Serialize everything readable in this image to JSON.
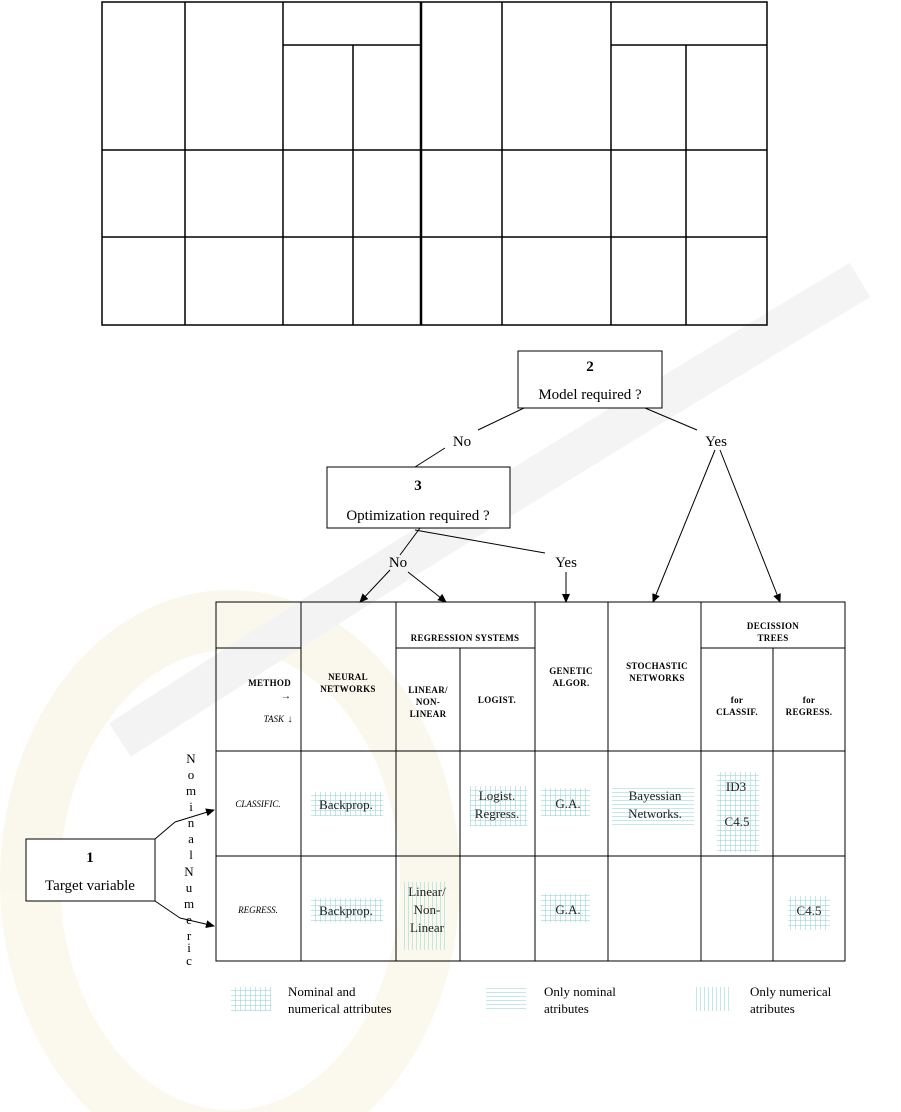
{
  "decision_tree": {
    "node1": {
      "number": "1",
      "label": "Target variable"
    },
    "node2": {
      "number": "2",
      "label": "Model required ?"
    },
    "node3": {
      "number": "3",
      "label": "Optimization required ?"
    },
    "edge_no_1": "No",
    "edge_yes_1": "Yes",
    "edge_no_2": "No",
    "edge_yes_2": "Yes",
    "nominal_letters": [
      "N",
      "o",
      "m",
      "i",
      "n",
      "a",
      "l"
    ],
    "numeric_letters": [
      "N",
      "u",
      "m",
      "e",
      "r",
      "i",
      "c"
    ]
  },
  "method_table": {
    "header_method": "METHOD",
    "header_task": "TASK",
    "arrow_right": "→",
    "arrow_down": "↓",
    "neural_networks": [
      "NEURAL",
      "NETWORKS"
    ],
    "regression_systems": "REGRESSION SYSTEMS",
    "linear_nonlinear": [
      "LINEAR/",
      "NON-",
      "LINEAR"
    ],
    "logist": "LOGIST.",
    "genetic_algor": [
      "GENETIC",
      "ALGOR."
    ],
    "stochastic_networks": [
      "STOCHASTIC",
      "NETWORKS"
    ],
    "decision_trees": [
      "DECISSION",
      "TREES"
    ],
    "for_classif": [
      "for",
      "CLASSIF."
    ],
    "for_regress": [
      "for",
      "REGRESS."
    ],
    "row_classif": "CLASSIFIC.",
    "row_regress": "REGRESS.",
    "cells": {
      "classif_backprop": "Backprop.",
      "classif_logist": [
        "Logist.",
        "Regress."
      ],
      "classif_ga": "G.A.",
      "classif_bayes": [
        "Bayessian",
        "Networks."
      ],
      "classif_id3": "ID3",
      "classif_c45": "C4.5",
      "regress_backprop": "Backprop.",
      "regress_linear": [
        "Linear/",
        "Non-",
        "Linear"
      ],
      "regress_ga": "G.A.",
      "regress_c45": "C4.5"
    }
  },
  "legend": [
    {
      "pattern": "grid",
      "label": [
        "Nominal and",
        "numerical attributes"
      ]
    },
    {
      "pattern": "horizontal",
      "label": [
        "Only nominal",
        "atributes"
      ]
    },
    {
      "pattern": "vertical",
      "label": [
        "Only numerical",
        "atributes"
      ]
    }
  ],
  "colors": {
    "pattern": "#8ecfd2",
    "line": "#000000"
  }
}
